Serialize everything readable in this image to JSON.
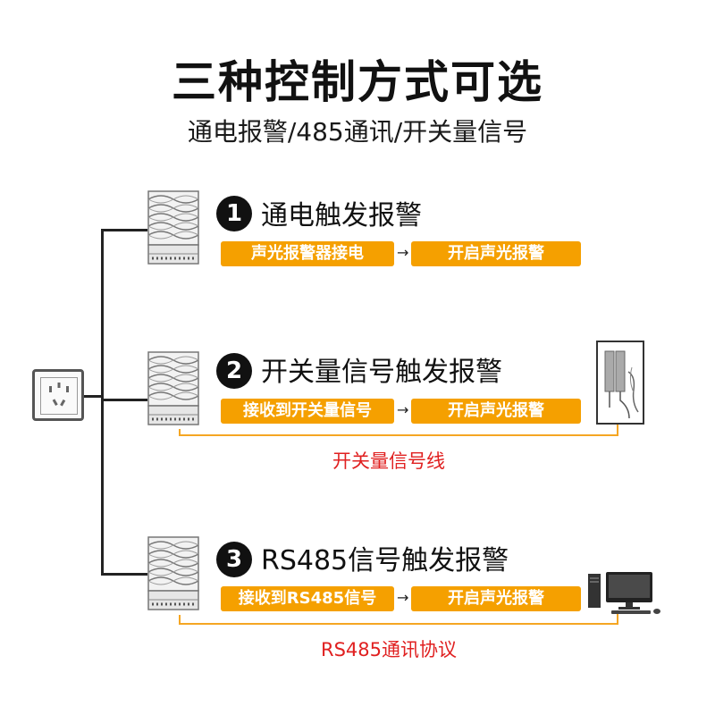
{
  "header": {
    "title": "三种控制方式可选",
    "subtitle": "通电报警/485通讯/开关量信号"
  },
  "modes": [
    {
      "number": "1",
      "label": "通电触发报警",
      "step1": "声光报警器接电",
      "step2": "开启声光报警"
    },
    {
      "number": "2",
      "label": "开关量信号触发报警",
      "step1": "接收到开关量信号",
      "step2": "开启声光报警",
      "caption": "开关量信号线"
    },
    {
      "number": "3",
      "label": "RS485信号触发报警",
      "step1": "接收到RS485信号",
      "step2": "开启声光报警",
      "caption": "RS485通讯协议"
    }
  ],
  "colors": {
    "accent": "#f5a000",
    "caption": "#e02020",
    "text": "#111111"
  },
  "icons": [
    "power-outlet-icon",
    "alarm-speaker-icon",
    "door-magnetic-switch-icon",
    "computer-icon",
    "arrow-right-icon"
  ]
}
